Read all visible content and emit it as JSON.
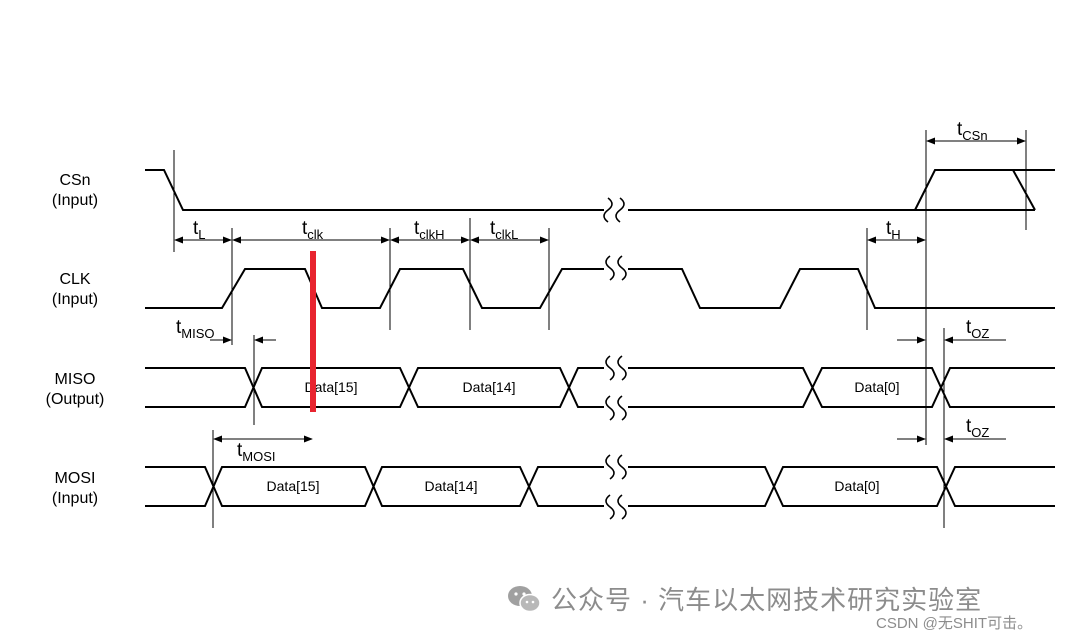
{
  "signals": {
    "csn": {
      "name": "CSn",
      "dir": "(Input)"
    },
    "clk": {
      "name": "CLK",
      "dir": "(Input)"
    },
    "miso": {
      "name": "MISO",
      "dir": "(Output)"
    },
    "mosi": {
      "name": "MOSI",
      "dir": "(Input)"
    }
  },
  "timing": {
    "t_l": {
      "sym": "t",
      "sub": "L"
    },
    "t_clk": {
      "sym": "t",
      "sub": "clk"
    },
    "t_clkh": {
      "sym": "t",
      "sub": "clkH"
    },
    "t_clkl": {
      "sym": "t",
      "sub": "clkL"
    },
    "t_h": {
      "sym": "t",
      "sub": "H"
    },
    "t_csn": {
      "sym": "t",
      "sub": "CSn"
    },
    "t_miso": {
      "sym": "t",
      "sub": "MISO"
    },
    "t_oz_miso": {
      "sym": "t",
      "sub": "OZ"
    },
    "t_mosi": {
      "sym": "t",
      "sub": "MOSI"
    },
    "t_oz_mosi": {
      "sym": "t",
      "sub": "OZ"
    }
  },
  "data_labels": {
    "miso": [
      "Data[15]",
      "Data[14]",
      "Data[0]"
    ],
    "mosi": [
      "Data[15]",
      "Data[14]",
      "Data[0]"
    ]
  },
  "watermark": {
    "text": "公众号 · 汽车以太网技术研究实验室",
    "csdn": "CSDN @无SHIT可击。"
  },
  "colors": {
    "highlight": "#e8242f",
    "signal": "#000000",
    "watermark": "#8c8c8c"
  }
}
